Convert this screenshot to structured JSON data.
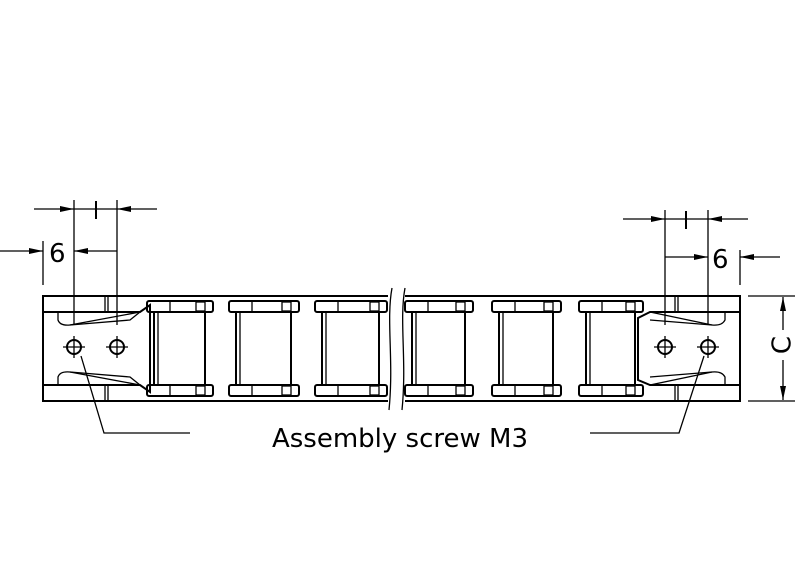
{
  "drawing": {
    "dim_left_pitch": "6",
    "dim_right_pitch": "6",
    "dim_height": "C",
    "annotation": "Assembly screw M3",
    "line_color": "#000000",
    "background": "#ffffff"
  }
}
